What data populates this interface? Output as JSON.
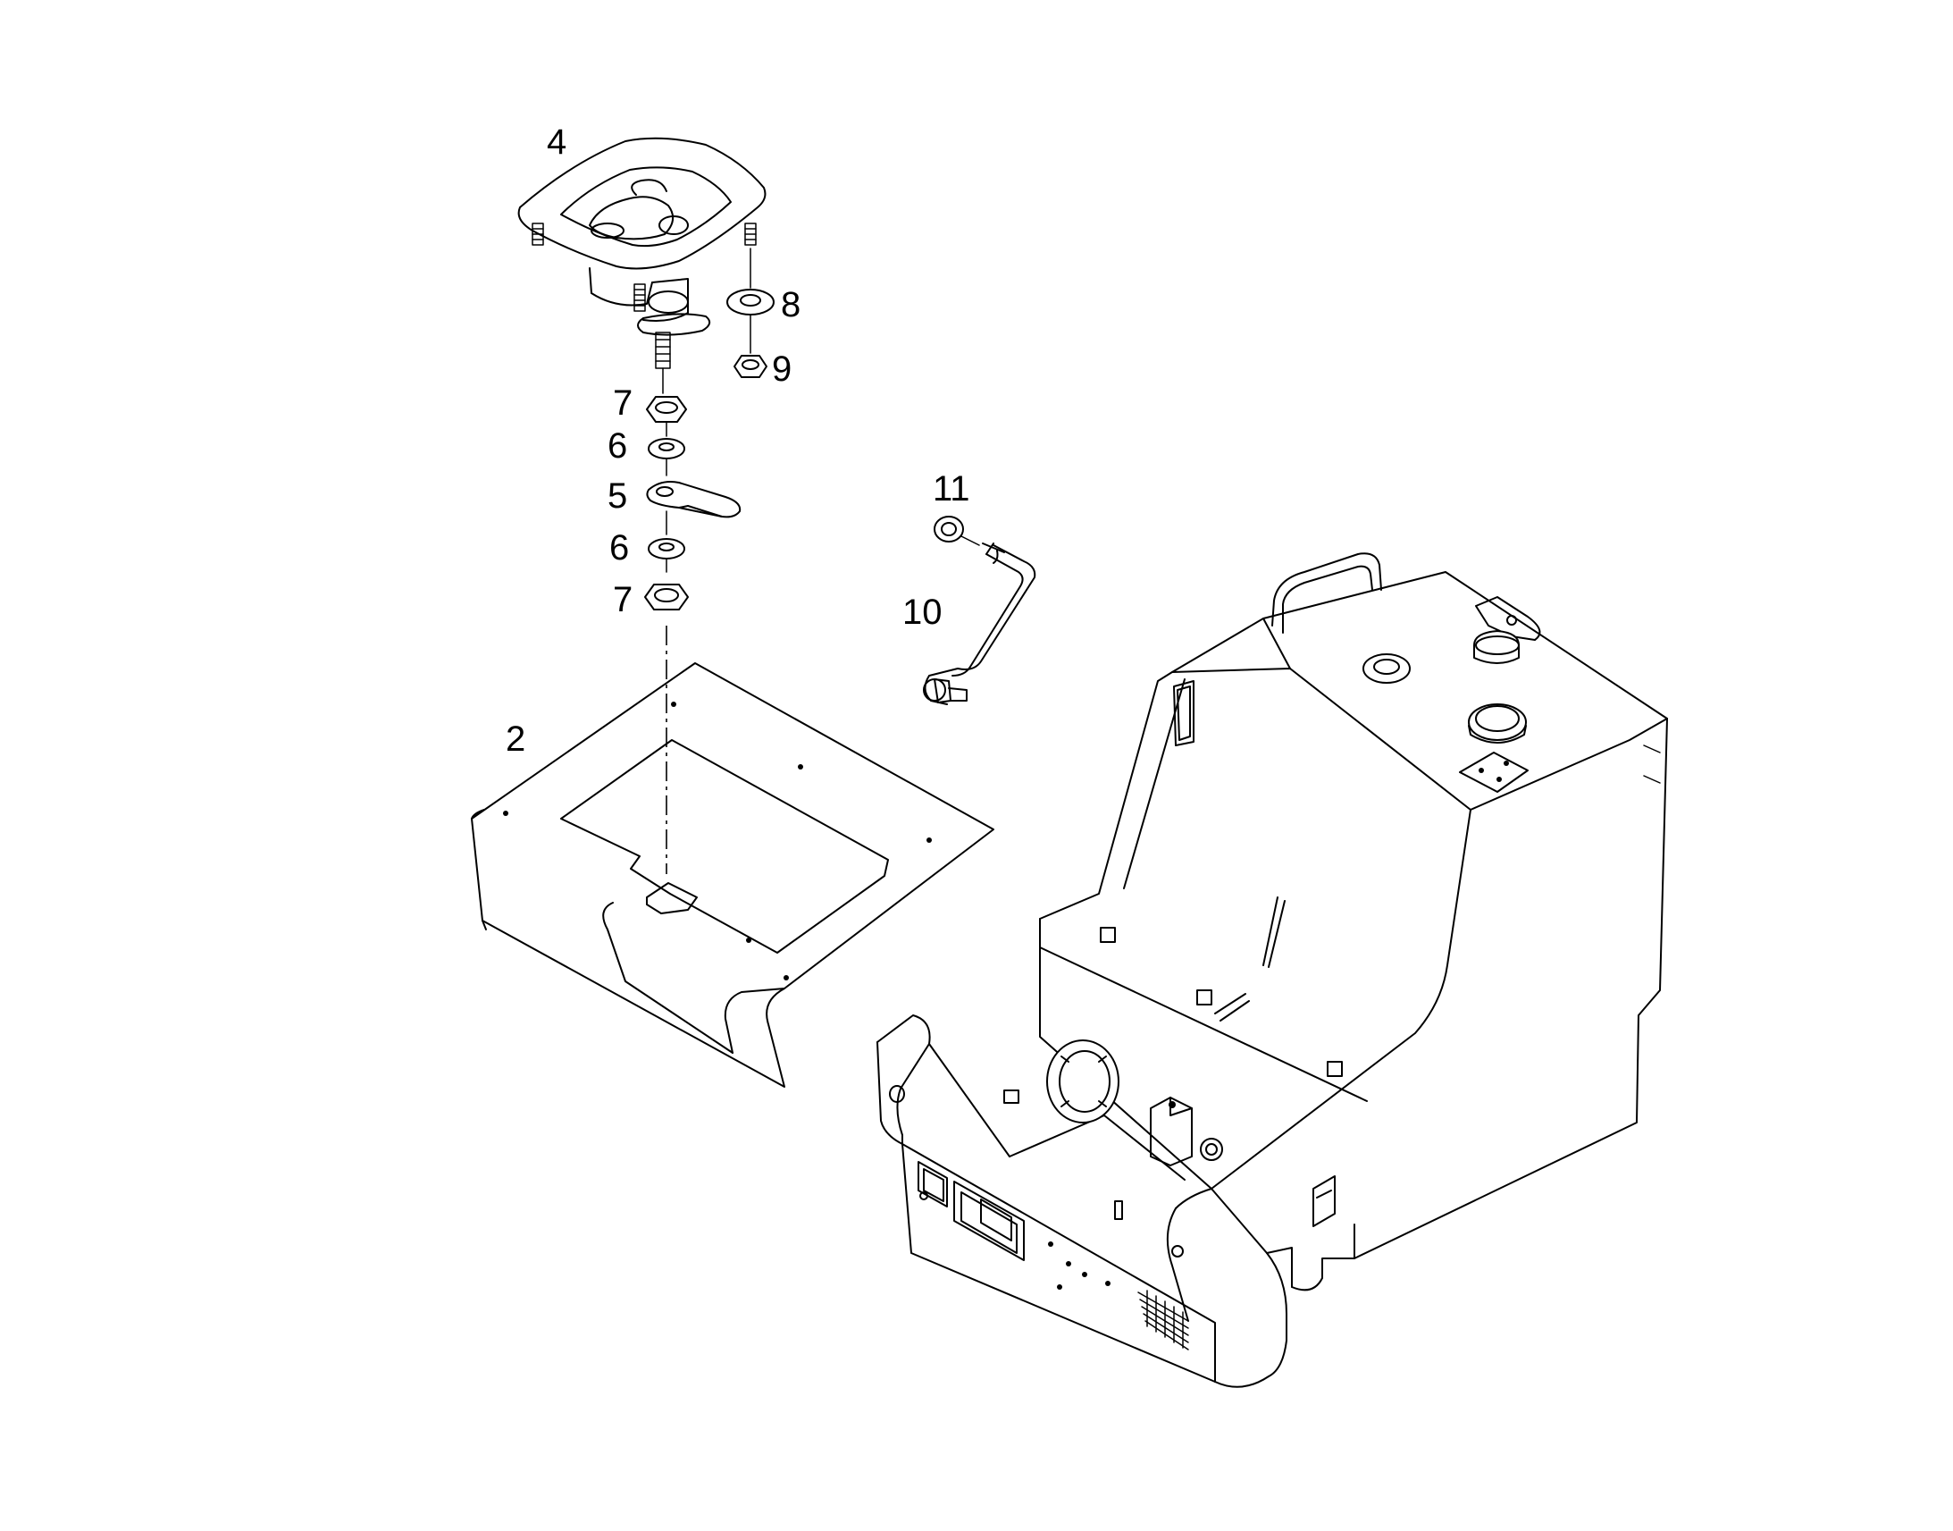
{
  "callouts": {
    "c2": "2",
    "c4": "4",
    "c5": "5",
    "c6a": "6",
    "c6b": "6",
    "c7a": "7",
    "c7b": "7",
    "c8": "8",
    "c9": "9",
    "c10": "10",
    "c11": "11"
  },
  "colors": {
    "line": "#000000",
    "background": "#ffffff"
  }
}
